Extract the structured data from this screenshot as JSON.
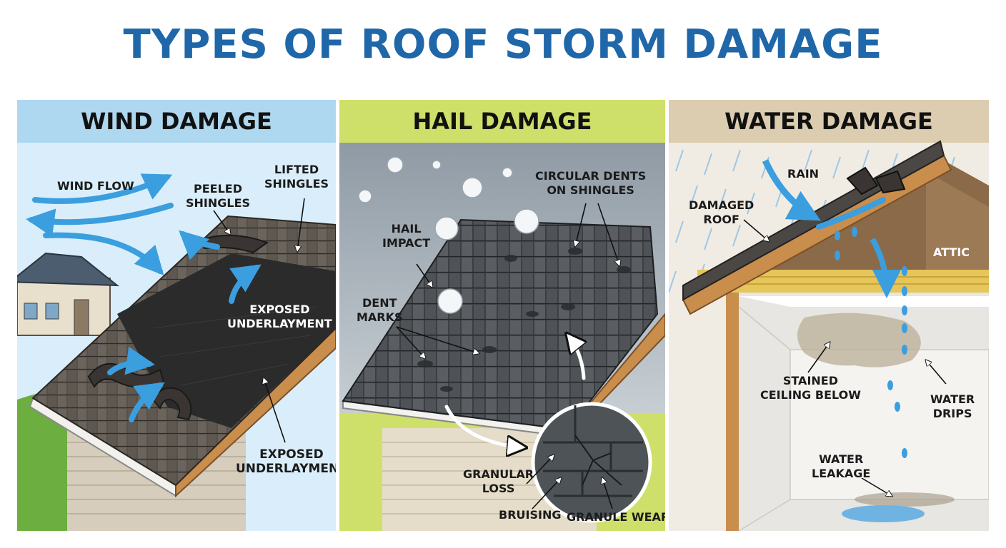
{
  "title": "TYPES OF ROOF STORM DAMAGE",
  "colors": {
    "title": "#1f67a8",
    "wind_header": "#aed7f0",
    "wind_sky": "#d9eefa",
    "hail_header": "#cfe06a",
    "hail_sky": "#c2cfd8",
    "water_header": "#dccdb0",
    "water_sky": "#f1ece3",
    "arrow": "#3b9ede",
    "shingle": "#4c4a47",
    "underlayment": "#2b2b2b",
    "insulation": "#e6c55a"
  },
  "panels": {
    "wind": {
      "header": "WIND DAMAGE",
      "labels": {
        "wind_flow": "WIND FLOW",
        "peeled": "PEELED\nSHINGLES",
        "lifted": "LIFTED\nSHINGLES",
        "exposed_top": "EXPOSED\nUNDERLAYMENT",
        "exposed_bottom": "EXPOSED\nUNDERLAYMENT"
      }
    },
    "hail": {
      "header": "HAIL DAMAGE",
      "labels": {
        "circular": "CIRCULAR DENTS\nON SHINGLES",
        "impact": "HAIL\nIMPACT",
        "dent_marks": "DENT\nMARKS",
        "granular_loss": "GRANULAR\nLOSS",
        "bruising": "BRUISING",
        "granule_wear": "GRANULE WEAR"
      }
    },
    "water": {
      "header": "WATER DAMAGE",
      "labels": {
        "rain": "RAIN",
        "damaged_roof": "DAMAGED\nROOF",
        "attic": "ATTIC",
        "stained": "STAINED\nCEILING BELOW",
        "drips": "WATER\nDRIPS",
        "leakage": "WATER\nLEAKAGE"
      }
    }
  }
}
